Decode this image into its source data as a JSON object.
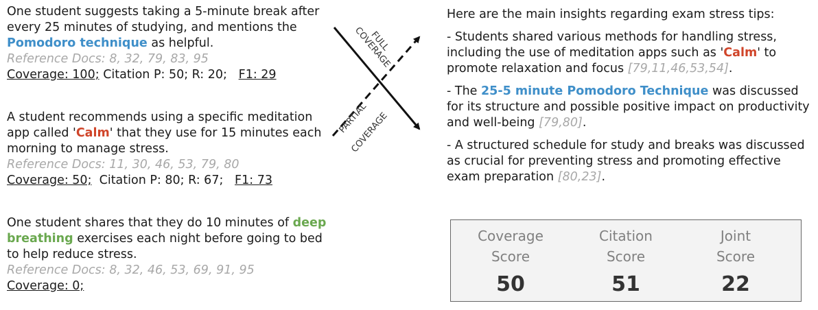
{
  "left": {
    "blocks": [
      {
        "seg1": "One student suggests taking a 5-minute break after every 25 minutes of studying, and mentions the ",
        "highlight": "Pomodoro technique",
        "seg2": " as helpful.",
        "refs": "Reference Docs: 8, 32, 79, 83, 95",
        "coverage": "Coverage: 100;",
        "citation": "Citation P: 50;   R: 20;",
        "f1": "F1: 29"
      },
      {
        "seg1": "A student recommends using a specific meditation app called '",
        "highlight": "Calm",
        "seg2": "' that they use for 15 minutes each morning to manage stress.",
        "refs": "Reference Docs:  11, 30, 46, 53, 79, 80",
        "coverage": "Coverage: 50;",
        "citation": "Citation P: 80;   R: 67;",
        "f1": "F1: 73"
      },
      {
        "seg1": "One student shares that they do 10 minutes of ",
        "highlight": "deep breathing",
        "seg2": " exercises each night before going to bed to help reduce stress.",
        "refs": "Reference Docs:  8, 32, 46, 53, 69, 91, 95",
        "coverage": "Coverage:  0;"
      }
    ]
  },
  "arrows": {
    "full_line1": "FULL",
    "full_line2": "COVERAGE",
    "partial_line1": "PARTIAL",
    "partial_line2": "COVERAGE"
  },
  "right": {
    "intro": "Here are the main insights regarding exam stress tips:",
    "p1_a": "- Students shared various methods for handling stress, including the use of meditation apps such as '",
    "p1_hl": "Calm",
    "p1_b": "' to promote relaxation and focus ",
    "p1_cite": "[79,11,46,53,54]",
    "p1_end": ".",
    "p2_a": "- The ",
    "p2_hl": "25-5 minute Pomodoro Technique",
    "p2_b": " was discussed for its structure and possible positive impact on productivity and well-being ",
    "p2_cite": "[79,80]",
    "p2_end": ".",
    "p3_a": "- A structured schedule for study and breaks was discussed as crucial for preventing stress and promoting effective exam preparation ",
    "p3_cite": "[80,23]",
    "p3_end": "."
  },
  "scores": {
    "coverage": {
      "label1": "Coverage",
      "label2": "Score",
      "value": "50"
    },
    "citation": {
      "label1": "Citation",
      "label2": "Score",
      "value": "51"
    },
    "joint": {
      "label1": "Joint",
      "label2": "Score",
      "value": "22"
    }
  }
}
